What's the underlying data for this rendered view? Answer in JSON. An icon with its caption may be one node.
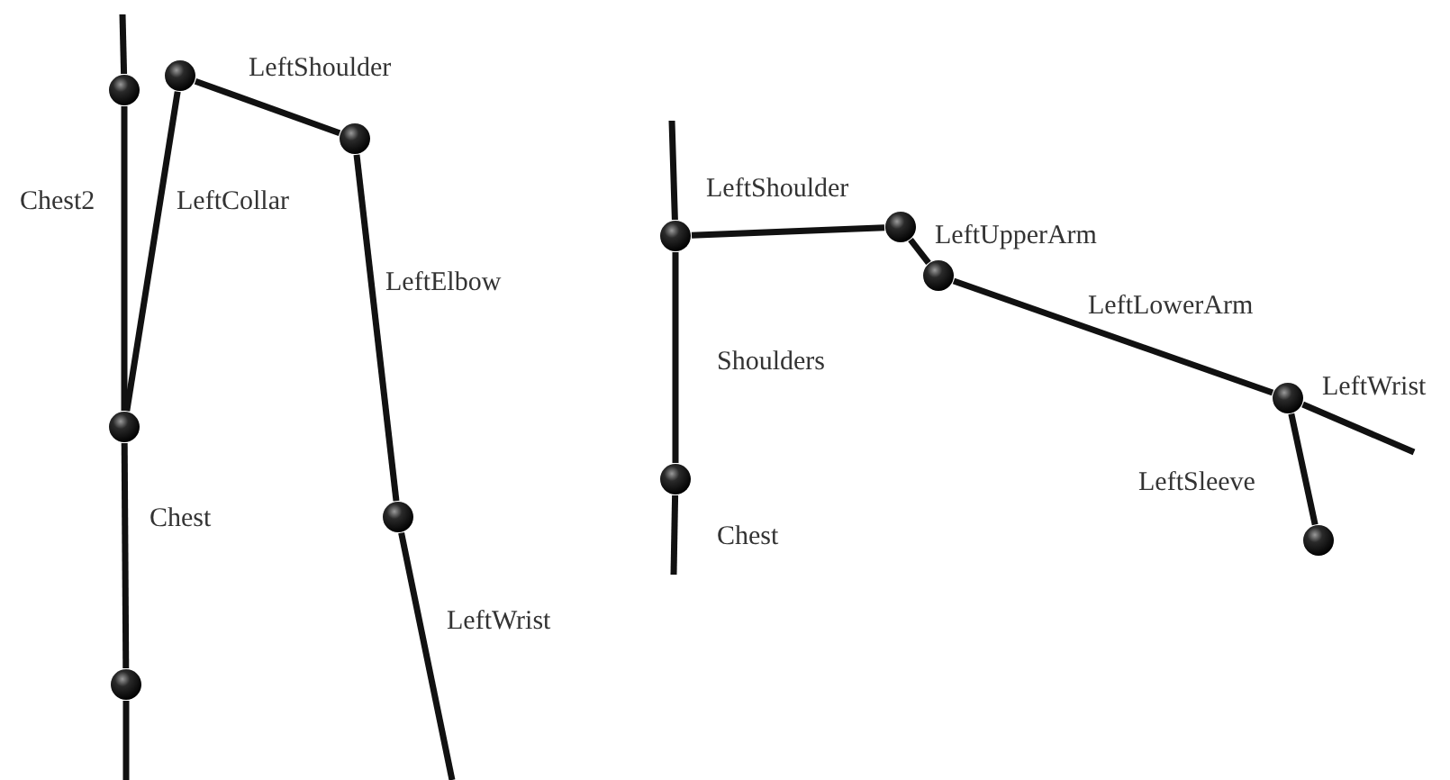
{
  "diagram": {
    "nodes": [
      {
        "text": [],
        "shape": "circle"
      },
      {
        "text": [],
        "shape": "circle"
      },
      {
        "text": [],
        "shape": "circle"
      },
      {
        "text": [],
        "shape": "circle"
      },
      {
        "text": [],
        "shape": "circle"
      },
      {
        "text": [],
        "shape": "circle"
      },
      {
        "text": [],
        "shape": "circle"
      },
      {
        "text": [],
        "shape": "circle"
      },
      {
        "text": [],
        "shape": "circle"
      },
      {
        "text": [],
        "shape": "circle"
      },
      {
        "text": [],
        "shape": "circle"
      },
      {
        "text": [],
        "shape": "circle"
      }
    ],
    "edges": [
      {
        "from": null,
        "to": 0,
        "arrow": "none"
      },
      {
        "from": 0,
        "to": 3,
        "arrow": "none",
        "label": "Chest2"
      },
      {
        "from": 3,
        "to": 1,
        "arrow": "none",
        "label": "LeftCollar"
      },
      {
        "from": 1,
        "to": 2,
        "arrow": "none",
        "label": "LeftShoulder"
      },
      {
        "from": 2,
        "to": 4,
        "arrow": "none",
        "label": "LeftElbow"
      },
      {
        "from": 4,
        "to": null,
        "arrow": "none",
        "label": "LeftWrist"
      },
      {
        "from": 3,
        "to": 5,
        "arrow": "none",
        "label": "Chest"
      },
      {
        "from": 5,
        "to": null,
        "arrow": "none"
      },
      {
        "from": null,
        "to": 6,
        "arrow": "none"
      },
      {
        "from": 6,
        "to": 7,
        "arrow": "none",
        "label": "LeftShoulder"
      },
      {
        "from": 7,
        "to": 8,
        "arrow": "none",
        "label": "LeftUpperArm"
      },
      {
        "from": 8,
        "to": 10,
        "arrow": "none",
        "label": "LeftLowerArm"
      },
      {
        "from": 10,
        "to": null,
        "arrow": "none",
        "label": "LeftWrist"
      },
      {
        "from": 6,
        "to": 9,
        "arrow": "none",
        "label": "Shoulders"
      },
      {
        "from": 9,
        "to": null,
        "arrow": "none",
        "label": "Chest"
      },
      {
        "from": 10,
        "to": 11,
        "arrow": "none",
        "label": "LeftSleeve"
      }
    ]
  }
}
